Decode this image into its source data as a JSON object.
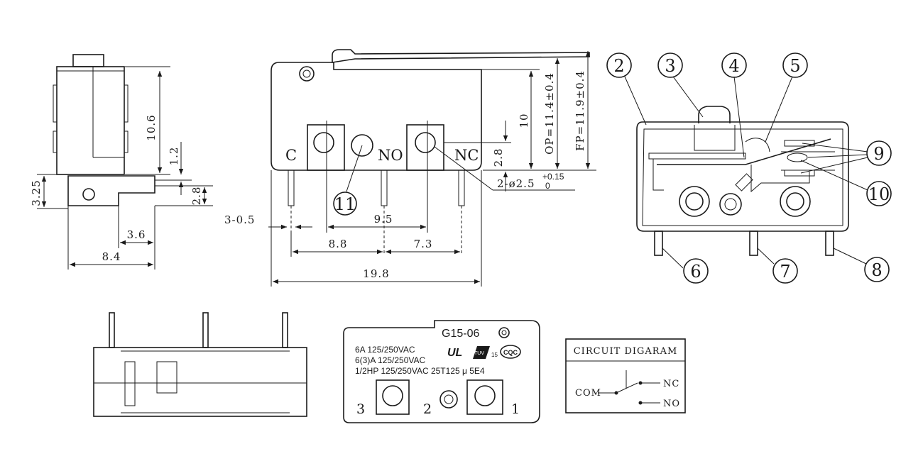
{
  "side_view": {
    "dims": [
      "10.6",
      "1.2",
      "3.25",
      "2.8",
      "3.6",
      "8.4"
    ]
  },
  "front_view": {
    "terminal_labels": [
      "C",
      "NO",
      "NC"
    ],
    "callout": "11",
    "dims": {
      "d10": "10",
      "op": "OP=11.4±0.4",
      "fp": "FP=11.9±0.4",
      "d28": "2.8",
      "hole": "2-ø2.5",
      "hole_tol_upper": "+0.15",
      "hole_tol_lower": "0",
      "d05": "3-0.5",
      "d95": "9.5",
      "d88": "8.8",
      "d73": "7.3",
      "d198": "19.8"
    }
  },
  "internal_view": {
    "callouts": [
      "2",
      "3",
      "4",
      "5",
      "6",
      "7",
      "8",
      "9",
      "10"
    ]
  },
  "label_view": {
    "model": "G15-06",
    "ratings": [
      "6A 125/250VAC",
      "6(3)A 125/250VAC",
      "1/2HP 125/250VAC 25T125 μ 5E4"
    ],
    "marks": [
      "UL",
      "TUV",
      "CQC"
    ],
    "tuv_suffix": "15",
    "pin_numbers": [
      "3",
      "2",
      "1"
    ]
  },
  "circuit": {
    "title": "CIRCUIT DIGARAM",
    "com": "COM",
    "nc": "NC",
    "no": "NO"
  }
}
